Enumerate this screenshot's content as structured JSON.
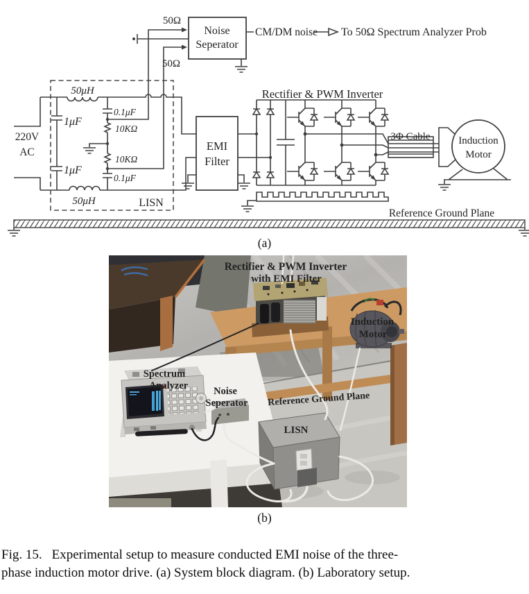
{
  "figure": {
    "label_a": "(a)",
    "label_b": "(b)",
    "caption": {
      "prefix": "Fig. 15.",
      "line1_rest": "Experimental setup to measure conducted EMI noise of the three-",
      "line2": "phase induction motor drive. (a) System block diagram. (b) Laboratory setup."
    }
  },
  "diagram": {
    "ac_source": {
      "line1": "220V",
      "line2": "AC"
    },
    "lisn": {
      "label": "LISN",
      "inductor_top": "50μH",
      "inductor_bottom": "50μH",
      "cap_main_top": "1μF",
      "cap_main_bottom": "1μF",
      "cap_hf_top": "0.1μF",
      "cap_hf_bottom": "0.1μF",
      "resistor_top": "10KΩ",
      "resistor_bottom": "10KΩ"
    },
    "noise_separator": {
      "name_line1": "Noise",
      "name_line2": "Seperator",
      "impedance_top": "50Ω",
      "impedance_bottom": "50Ω",
      "output_label": "CM/DM noise",
      "destination": "To 50Ω Spectrum Analyzer Prob"
    },
    "emi_filter": {
      "name_line1": "EMI",
      "name_line2": "Filter"
    },
    "converter": {
      "title": "Rectifier & PWM Inverter"
    },
    "cable_label": "3Φ Cable",
    "motor": {
      "name_line1": "Induction",
      "name_line2": "Motor"
    },
    "ground_plane_label": "Reference Ground Plane"
  },
  "photo": {
    "labels": {
      "converter_line1": "Rectifier & PWM Inverter",
      "converter_line2": "with EMI Filter",
      "motor_line1": "Induction",
      "motor_line2": "Motor",
      "spectrum_line1": "Spectrum",
      "spectrum_line2": "Analyzer",
      "noise_sep_line1": "Noise",
      "noise_sep_line2": "Seperator",
      "ground_plane": "Reference Ground Plane",
      "lisn": "LISN"
    }
  },
  "colors": {
    "diagram_line": "#3f3f3f",
    "photo_label_dark": "#141414",
    "photo_label_light": "#fdfdfd",
    "wood_light": "#cd9a63",
    "wood_dark": "#4a3a2c",
    "metal": "#c6c4c0"
  }
}
